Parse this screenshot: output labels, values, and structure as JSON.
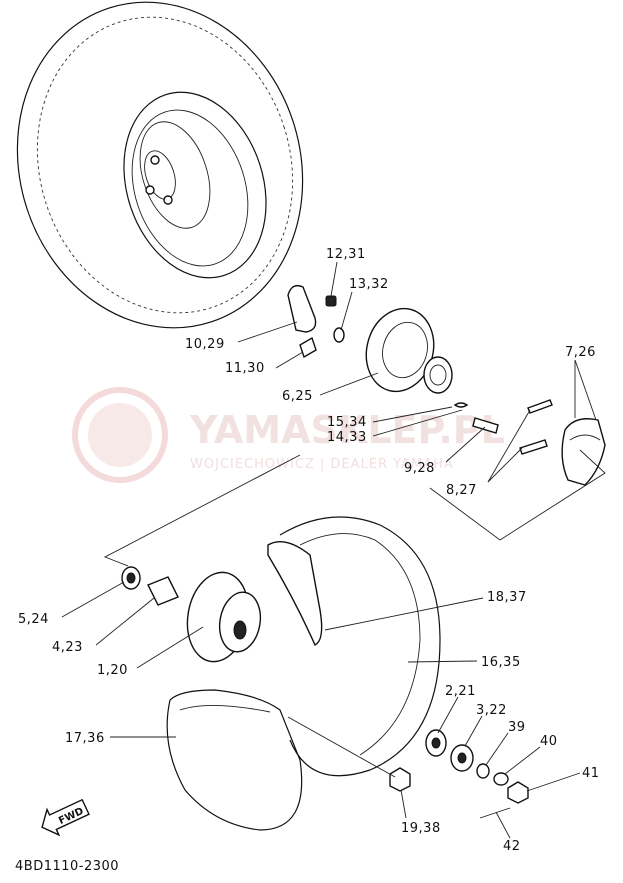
{
  "diagram": {
    "code": "4BD1110-2300",
    "fwd_label": "FWD",
    "watermark": {
      "title": "YAMASKLEP.PL",
      "subtitle": "WOJCIECHOWICZ | DEALER YAMAHA"
    },
    "callouts": {
      "c12_31": "12,31",
      "c13_32": "13,32",
      "c10_29": "10,29",
      "c11_30": "11,30",
      "c6_25": "6,25",
      "c7_26": "7,26",
      "c15_34": "15,34",
      "c14_33": "14,33",
      "c9_28": "9,28",
      "c8_27": "8,27",
      "c5_24": "5,24",
      "c4_23": "4,23",
      "c1_20": "1,20",
      "c18_37": "18,37",
      "c16_35": "16,35",
      "c17_36": "17,36",
      "c2_21": "2,21",
      "c3_22": "3,22",
      "c39": "39",
      "c40": "40",
      "c41": "41",
      "c19_38": "19,38",
      "c42": "42"
    }
  }
}
